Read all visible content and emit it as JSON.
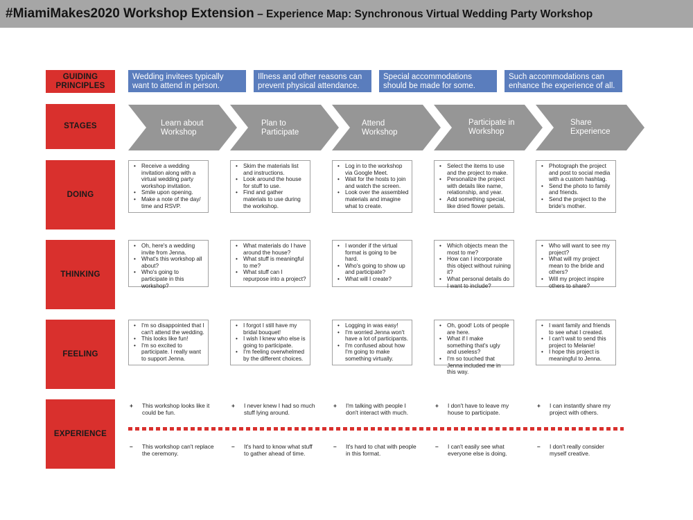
{
  "header": {
    "title": "#MiamiMakes2020 Workshop Extension",
    "subtitle": "– Experience Map: Synchronous Virtual Wedding Party Workshop"
  },
  "colors": {
    "row_label": "#d9302d",
    "principle": "#5a7dbd",
    "chevron": "#969696",
    "title_bar": "#a6a6a6"
  },
  "rows": {
    "principles": "GUIDING PRINCIPLES",
    "stages": "STAGES",
    "doing": "DOING",
    "thinking": "THINKING",
    "feeling": "FEELING",
    "experience": "EXPERIENCE"
  },
  "principles": [
    "Wedding invitees typically want to attend in person.",
    "Illness and other reasons can prevent physical attendance.",
    "Special accommodations should be made for some.",
    "Such accommodations can enhance the experience of all."
  ],
  "stages": [
    "Learn about Workshop",
    "Plan to Participate",
    "Attend Workshop",
    "Participate in Workshop",
    "Share Experience"
  ],
  "doing": [
    [
      "Receive a wedding invitation along with a virtual wedding party workshop invitation.",
      "Smile upon opening.",
      "Make a note of the day/ time and RSVP."
    ],
    [
      "Skim the materials list and instructions.",
      "Look around the house for stuff to use.",
      "Find and gather materials to use during the workshop."
    ],
    [
      "Log in to the workshop via Google Meet.",
      "Wait for the hosts to join and watch the screen.",
      "Look over the assembled materials and imagine what to create."
    ],
    [
      "Select the items to use and the project to make.",
      "Personalize the project with details like name, relationship, and year.",
      "Add something special, like dried flower petals."
    ],
    [
      "Photograph the project and post to social media with a custom hashtag.",
      "Send the photo to family and friends.",
      "Send the project to the bride's mother."
    ]
  ],
  "thinking": [
    [
      "Oh, here's a wedding invite from Jenna.",
      "What's this workshop all about?",
      "Who's going to participate in this workshop?"
    ],
    [
      "What materials do I have around the house?",
      "What stuff is meaningful to me?",
      "What stuff can I repurpose into a project?"
    ],
    [
      "I wonder if the virtual format is going to be hard.",
      "Who's going to show up and participate?",
      "What will I create?"
    ],
    [
      "Which objects mean the most to me?",
      "How can I incorporate this object without ruining it?",
      "What personal details do I want to include?"
    ],
    [
      "Who will want to see my project?",
      "What will my project mean to the bride and others?",
      "Will my project inspire others to share?"
    ]
  ],
  "feeling": [
    [
      "I'm so disappointed that I can't attend the wedding.",
      "This looks like fun!",
      "I'm so excited to participate. I really want to support Jenna."
    ],
    [
      "I forgot I still have my bridal bouquet!",
      "I wish I knew who else is going to participate.",
      "I'm feeling overwhelmed by the different choices."
    ],
    [
      "Logging in was easy!",
      "I'm worried Jenna won't have a lot of participants.",
      "I'm confused about how I'm going to make something virtually."
    ],
    [
      "Oh, good! Lots of people are here.",
      "What if I make something that's ugly and useless?",
      "I'm so touched that Jenna included me in this way."
    ],
    [
      "I want family and friends to see what I created.",
      "I can't wait to send this project to Melanie!",
      "I hope this project is meaningful to Jenna."
    ]
  ],
  "experience": {
    "plus_sign": "+",
    "minus_sign": "–",
    "positive": [
      "This workshop looks like it could be fun.",
      "I never knew I had so much stuff lying around.",
      "I'm talking with people I don't interact with much.",
      "I don't have to leave my house to participate.",
      "I can instantly share my project with others."
    ],
    "negative": [
      "This workshop can't replace the ceremony.",
      "It's hard to know what stuff to gather ahead of time.",
      "It's hard to chat with people in this format.",
      "I can't easily see what everyone else is doing.",
      "I don't really consider myself creative."
    ]
  }
}
